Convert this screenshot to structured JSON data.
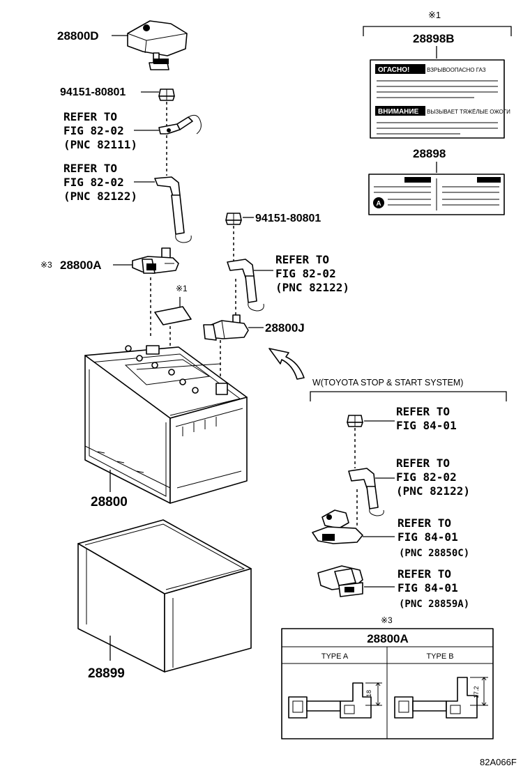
{
  "parts": {
    "p28800D": "28800D",
    "p94151_a": "94151-80801",
    "p94151_b": "94151-80801",
    "p28800A": "28800A",
    "p28800J": "28800J",
    "p28800": "28800",
    "p28899": "28899",
    "p28898B": "28898B",
    "p28898": "28898"
  },
  "marks": {
    "note1": "※1",
    "note1_label": "※1",
    "note3_prefix": "※3",
    "note3_table": "※3"
  },
  "refs": {
    "r1": {
      "line1": "REFER TO",
      "line2": "FIG 82-02",
      "line3": "(PNC 82111)"
    },
    "r2": {
      "line1": "REFER TO",
      "line2": "FIG 82-02",
      "line3": "(PNC 82122)"
    },
    "r3": {
      "line1": "REFER TO",
      "line2": "FIG 82-02",
      "line3": "(PNC 82122)"
    },
    "r4": {
      "line1": "REFER TO",
      "line2": "FIG 84-01"
    },
    "r5": {
      "line1": "REFER TO",
      "line2": "FIG 82-02",
      "line3": "(PNC 82122)"
    },
    "r6": {
      "line1": "REFER TO",
      "line2": "FIG 84-01",
      "line3": "(PNC 28850C)"
    },
    "r7": {
      "line1": "REFER TO",
      "line2": "FIG 84-01",
      "line3": "(PNC 28859A)"
    }
  },
  "variant_label": "W(TOYOTA STOP & START SYSTEM)",
  "table": {
    "title": "28800A",
    "type_a": "TYPE A",
    "type_b": "TYPE B",
    "dim_a": "18",
    "dim_b": "17.2"
  },
  "caution_label": {
    "warning_text_1": "ОГАСНО!",
    "warning_text_2": "ВНИМАНИЕ",
    "small_text_1": "ВЗРЫВООПАСНО ГАЗ",
    "small_text_2": "ВЫЗЫВАЕТ ТЯЖЁЛЫЕ ОЖОГИ",
    "marker": "A"
  },
  "figure_code": "82A066F"
}
